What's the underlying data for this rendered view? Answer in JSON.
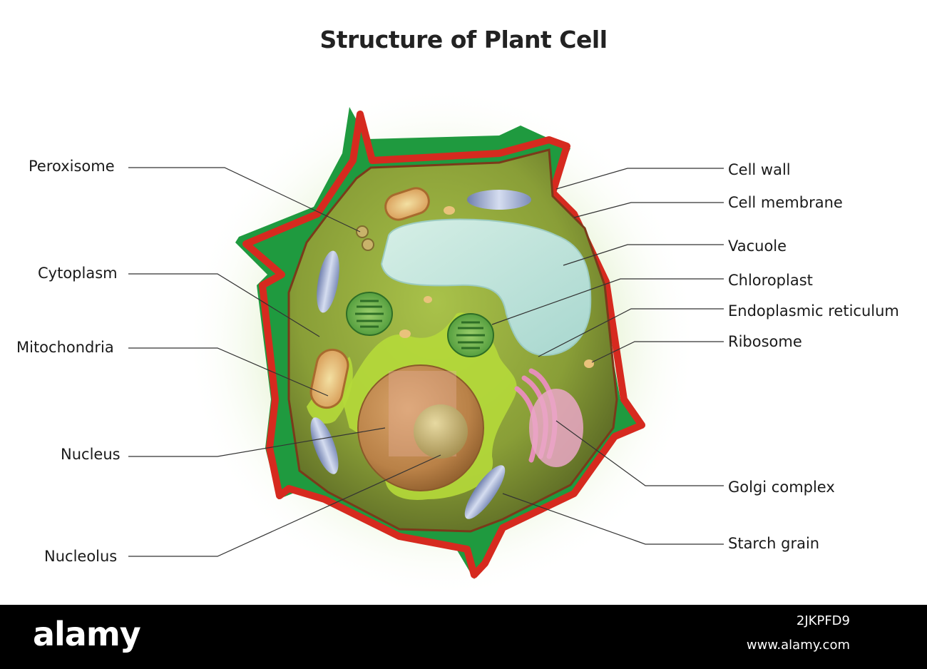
{
  "title": "Structure of Plant Cell",
  "labels": {
    "peroxisome": "Peroxisome",
    "cytoplasm": "Cytoplasm",
    "mitochondria": "Mitochondria",
    "nucleus": "Nucleus",
    "nucleolus": "Nucleolus",
    "cell_wall": "Cell wall",
    "cell_membrane": "Cell membrane",
    "vacuole": "Vacuole",
    "chloroplast": "Chloroplast",
    "endoplasmic_reticulum": "Endoplasmic reticulum",
    "ribosome": "Ribosome",
    "golgi_complex": "Golgi complex",
    "starch_grain": "Starch grain"
  },
  "footer": {
    "brand": "alamy",
    "image_id": "2JKPFD9",
    "site": "www.alamy.com"
  },
  "colors": {
    "cell_wall": "#1f9a3f",
    "cell_membrane": "#d62a1f",
    "cytoplasm": "#8aa43a",
    "vacuole": "#bfe3d8",
    "nucleus": "#c28a4e",
    "golgi": "#e58fb8",
    "er": "#b5d93a",
    "leader_line": "#333333"
  }
}
